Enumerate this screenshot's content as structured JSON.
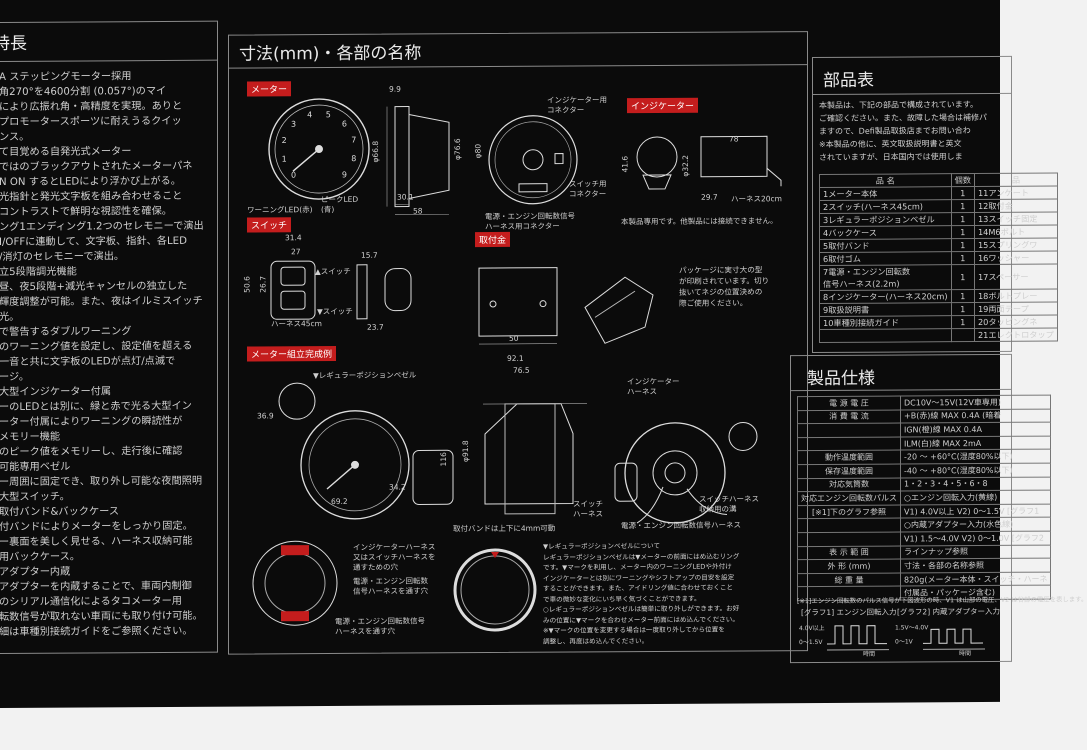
{
  "left_panel": {
    "title": "特長",
    "lines": [
      {
        "t": "A ステッピングモーター採用",
        "h": true
      },
      {
        "t": "角270°を4600分割 (0.057°)のマイ",
        "h": false
      },
      {
        "t": "により広振れ角・高精度を実現。ありと",
        "h": false
      },
      {
        "t": "プロモータースポーツに耐えうるクイッ",
        "h": false
      },
      {
        "t": "ンス。",
        "h": false
      },
      {
        "t": "て目覚める自発光式メーター",
        "h": true
      },
      {
        "t": "ではのブラックアウトされたメーターパネ",
        "h": false
      },
      {
        "t": "N ON するとLEDにより浮かび上がる。",
        "h": false
      },
      {
        "t": "光指針と発光文字板を組み合わせること",
        "h": false
      },
      {
        "t": "コントラストで鮮明な視認性を確保。",
        "h": false
      },
      {
        "t": "ング1エンディング1.2つのセレモニーで演出",
        "h": true
      },
      {
        "t": "I/OFFに連動して、文字板、指針、各LED",
        "h": false
      },
      {
        "t": "/消灯のセレモニーで演出。",
        "h": false
      },
      {
        "t": "立5段階調光機能",
        "h": true
      },
      {
        "t": "昼、夜5段階+減光キャンセルの独立した",
        "h": false
      },
      {
        "t": "輝度調整が可能。また、夜はイルミスイッチ",
        "h": false
      },
      {
        "t": "光。",
        "h": false
      },
      {
        "t": "で警告するダブルワーニング",
        "h": true
      },
      {
        "t": "のワーニング値を設定し、設定値を超える",
        "h": false
      },
      {
        "t": "一音と共に文字板のLEDが点灯/点滅で",
        "h": false
      },
      {
        "t": "ージ。",
        "h": false
      },
      {
        "t": "大型インジケーター付属",
        "h": true
      },
      {
        "t": "ーのLEDとは別に、緑と赤で光る大型イン",
        "h": false
      },
      {
        "t": "ーター付属によりワーニングの瞬読性が",
        "h": false
      },
      {
        "t": "メモリー機能",
        "h": true
      },
      {
        "t": "のピーク値をメモリーし、走行後に確認",
        "h": false
      },
      {
        "t": "可能専用ベゼル",
        "h": true
      },
      {
        "t": "ー周囲に固定でき、取り外し可能な夜間照明",
        "h": false
      },
      {
        "t": "大型スイッチ。",
        "h": false
      },
      {
        "t": "取付バンド&バックケース",
        "h": true
      },
      {
        "t": "付バンドによりメーターをしっかり固定。",
        "h": false
      },
      {
        "t": "ー裏面を美しく見せる、ハーネス収納可能",
        "h": false
      },
      {
        "t": "用バックケース。",
        "h": false
      },
      {
        "t": "アダプター内蔵",
        "h": true
      },
      {
        "t": "アダプターを内蔵することで、車両内制御",
        "h": false
      },
      {
        "t": "のシリアル通信化によるタコメーター用",
        "h": false
      },
      {
        "t": "転数信号が取れない車両にも取り付け可能。",
        "h": false
      },
      {
        "t": "細は車種別接続ガイドをご参照ください。",
        "h": false
      }
    ]
  },
  "center_panel": {
    "title": "寸法(mm)・各部の名称",
    "tags": {
      "meter": "メーター",
      "indicator": "インジケーター",
      "switch": "スイッチ",
      "bracket": "取付金",
      "assembly": "メーター組立完成例"
    },
    "labels": {
      "warning_led": "ワーニングLED(赤)",
      "peak_led": "ピークLED\n(青)",
      "indicator_harness_connector": "インジケーター用\nコネクター",
      "power_connector": "電源・エンジン回転数信号\nハーネス用コネクター",
      "switch_connector": "スイッチ用\nコネクター",
      "harness_20": "ハーネス20cm",
      "meter_only": "本製品専用です。他製品には接続できません。",
      "switch_up": "▲スイッチ",
      "switch_down": "▼スイッチ",
      "harness_45": "ハーネス45cm",
      "package_note": "パッケージに実寸大の型\nが印刷されています。切り\n抜いてネジの位置決めの\n際ご使用ください。",
      "regular_bezel": "▼レギュラーポジションベゼル",
      "indicator_harness": "インジケーター\nハーネス",
      "switch_harness_hole": "スイッチハーネス\n収納用の溝",
      "switch_harness": "スイッチ\nハーネス",
      "power_harness": "電源・エンジン回転数信号ハーネス",
      "band_note": "取付バンドは上下に4mm可動",
      "hole_note_1": "インジケーターハーネス\n又はスイッチハーネスを\n通すための穴",
      "hole_note_2": "電源・エンジン回転数\n信号ハーネスを通す穴",
      "hole_note_3": "電源・エンジン回転数信号\nハーネスを通す穴",
      "bezel_notes": [
        "▼レギュラーポジションベゼルについて",
        "レギュラーポジションベゼルは▼メーターの前面にはめ込むリング",
        "です。▼マークを利用し、メーター内のワーニングLEDや外付け",
        "インジケーターとは別にワーニングやシフトアップの目安を設定",
        "することができます。また、アイドリング値に合わせておくこと",
        "で車の微妙な変化にいち早く気づくことができます。",
        "○レギュラーポジションベゼルは簡単に取り外しができます。お好",
        "みの位置に▼マークを合わせメーター前面にはめ込んでください。",
        "※▼マークの位置を変更する場合は一度取り外してから位置を",
        "調整し、再度はめ込んでください。"
      ]
    },
    "dims": {
      "d_9_9": "9.9",
      "d_66_8": "φ66.8",
      "d_76_6": "φ76.6",
      "d_80": "φ80",
      "d_30_1": "30.1",
      "d_58": "58",
      "d_78": "78",
      "d_41_6": "41.6",
      "d_32_2": "φ32.2",
      "d_29_7": "29.7",
      "d_31_4": "31.4",
      "d_27": "27",
      "d_50_6": "50.6",
      "d_26_7": "26.7",
      "d_15_7": "15.7",
      "d_23_7": "23.7",
      "d_50": "50",
      "d_92_1": "92.1",
      "d_76_5": "76.5",
      "d_116": "116",
      "d_91_8": "φ91.8",
      "d_34_2": "34.2",
      "d_69_2": "69.2",
      "d_36_9": "36.9"
    },
    "gauge_numbers": [
      "0",
      "1",
      "2",
      "3",
      "4",
      "5",
      "6",
      "7",
      "8",
      "9"
    ]
  },
  "right_panel": {
    "title": "部品表",
    "intro": [
      "本製品は、下記の部品で構成されています。",
      "ご確認ください。また、故障した場合は補修パ",
      "ますので、Defi製品取扱店までお問い合わ",
      "※本製品の他に、英文取扱説明書と英文",
      "されていますが、日本国内では使用しま"
    ],
    "parts_header": [
      "品 名",
      "個数",
      "品"
    ],
    "parts_rows": [
      [
        "1メーター本体",
        "1",
        "11アンケート"
      ],
      [
        "2スイッチ(ハーネス45cm)",
        "1",
        "12取付金"
      ],
      [
        "3レギュラーポジションベゼル",
        "1",
        "13スイッチ固定"
      ],
      [
        "4バックケース",
        "1",
        "14M6ボルト"
      ],
      [
        "5取付バンド",
        "1",
        "15スプリングワ"
      ],
      [
        "6取付ゴム",
        "1",
        "16ワッシャー"
      ],
      [
        "7電源・エンジン回転数\n信号ハーネス(2.2m)",
        "1",
        "17スペーサー"
      ],
      [
        "8インジケーター(ハーネス20cm)",
        "1",
        "18ボルトプレー"
      ],
      [
        "9取扱説明書",
        "1",
        "19両面テープ"
      ],
      [
        "10車種別接続ガイド",
        "1",
        "20タッピングネ"
      ],
      [
        "",
        "",
        "21エレクトロタップ"
      ]
    ],
    "spec_title": "製品仕様",
    "spec_rows": [
      [
        "電 源 電 圧",
        "DC10V〜15V(12V車専用)"
      ],
      [
        "消 費 電 流",
        "+B(赤)線 MAX 0.4A (暗着"
      ],
      [
        "",
        "IGN(橙)線 MAX 0.4A"
      ],
      [
        "",
        "ILM(白)線 MAX 2mA"
      ],
      [
        "動作温度範囲",
        "-20 〜 +60°C(湿度80%以下)"
      ],
      [
        "保存温度範囲",
        "-40 〜 +80°C(湿度80%以下)"
      ],
      [
        "対応気筒数",
        "1・2・3・4・5・6・8"
      ],
      [
        "対応エンジン回転数パルス",
        "○エンジン回転入力(黄線)"
      ],
      [
        "[※1]下のグラフ参照",
        "V1) 4.0V以上 V2) 0〜1.5V [グラフ1"
      ],
      [
        "",
        "○内蔵アダプター入力(水色線)"
      ],
      [
        "",
        "V1) 1.5〜4.0V V2) 0〜1.0V [グラフ2"
      ],
      [
        "表 示 範 囲",
        "ラインナップ参照"
      ],
      [
        "外 形 (mm)",
        "寸法・各部の名称参照"
      ],
      [
        "総 重 量",
        "820g(メーター本体・スイッチ・ハーネ"
      ],
      [
        "",
        "付属品・パッケージ含む)"
      ]
    ],
    "footnote": "[※1]エンジン回転数のパルス信号が下図波形の時、V1 は山部の電圧、V2 は谷部の電圧を表します。",
    "graph1_title": "[グラフ1] エンジン回転入力",
    "graph2_title": "[グラフ2] 内蔵アダプター入力",
    "graph1_v1": "4.0V以上",
    "graph1_v2": "0〜1.5V",
    "graph2_v1": "1.5V〜4.0V",
    "graph2_v2": "0〜1V",
    "time_label": "時間"
  }
}
